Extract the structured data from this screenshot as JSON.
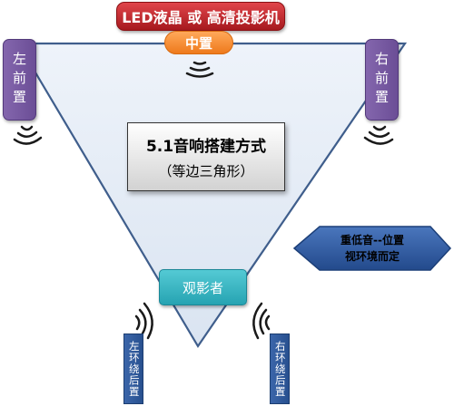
{
  "tv_label": "LED液晶 或 高清投影机",
  "center_label": "中置",
  "front_left_label": "左前置",
  "front_right_label": "右前置",
  "title_line1": "5.1音响搭建方式",
  "title_line2": "（等边三角形）",
  "subwoofer_line1": "重低音--位置",
  "subwoofer_line2": "视环境而定",
  "viewer_label": "观影者",
  "rear_left_label": "左环绕后置",
  "rear_right_label": "右环绕后置",
  "colors": {
    "tv": "#c0282d",
    "center": "#f28a2e",
    "front_speakers": "#7557a0",
    "triangle_fill": "#e4ecf6",
    "subwoofer": "#2d5aa0",
    "viewer": "#33b3c1",
    "rear_speakers": "#2f5b9b"
  }
}
